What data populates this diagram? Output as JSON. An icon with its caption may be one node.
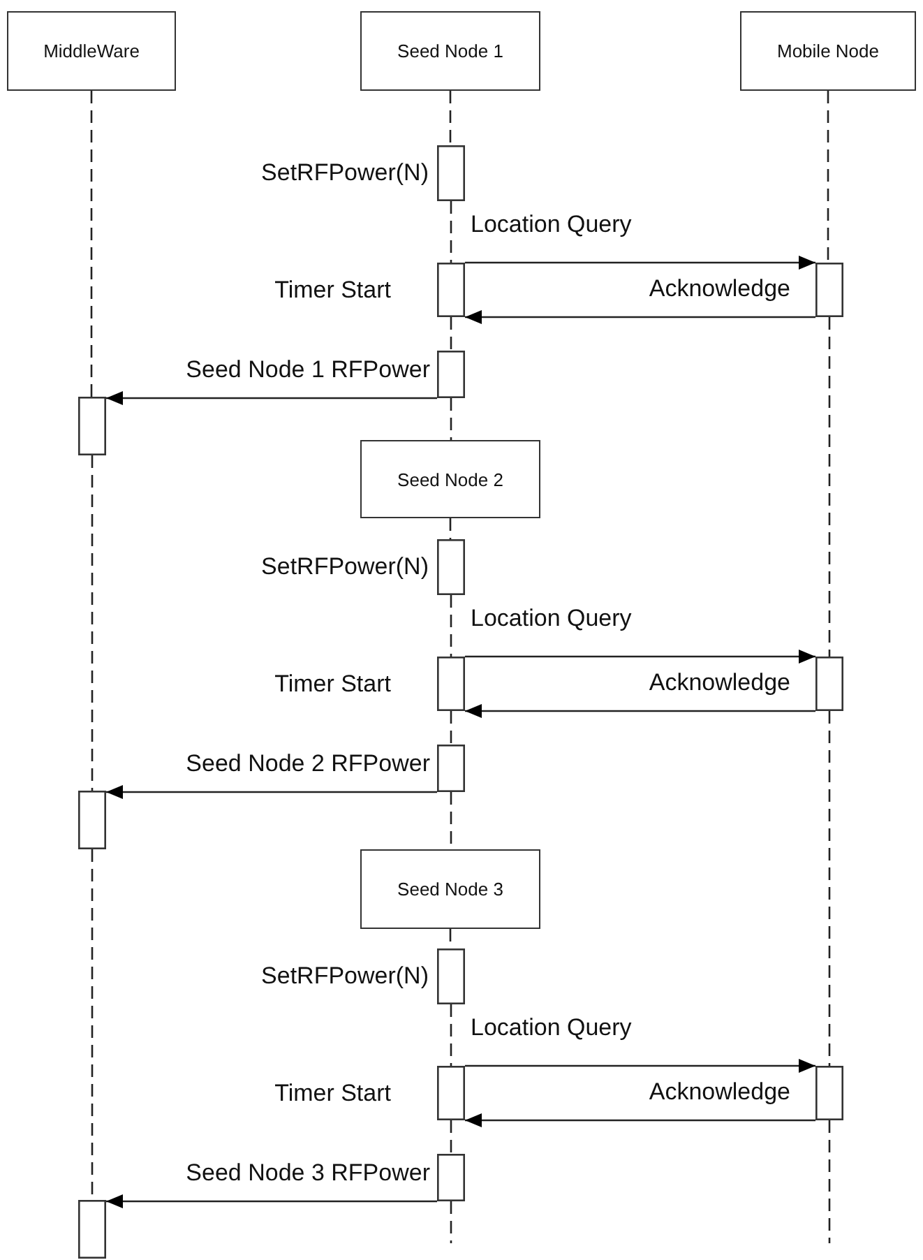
{
  "diagram": {
    "nodes": [
      {
        "text": [
          "MiddleWare"
        ]
      },
      {
        "text": [
          "Seed Node 1"
        ]
      },
      {
        "text": [
          "Mobile Node"
        ]
      },
      {
        "text": [],
        "shape": "bar",
        "beside": [
          "SetRFPower(N)"
        ]
      },
      {
        "text": [],
        "shape": "bar",
        "beside": [
          "Timer Start"
        ]
      },
      {
        "text": [],
        "shape": "bar"
      },
      {
        "text": [],
        "shape": "bar"
      },
      {
        "text": [],
        "shape": "bar"
      },
      {
        "text": [
          "Seed Node 2"
        ]
      },
      {
        "text": [],
        "shape": "bar",
        "beside": [
          "SetRFPower(N)"
        ]
      },
      {
        "text": [],
        "shape": "bar",
        "beside": [
          "Timer Start"
        ]
      },
      {
        "text": [],
        "shape": "bar"
      },
      {
        "text": [],
        "shape": "bar"
      },
      {
        "text": [],
        "shape": "bar"
      },
      {
        "text": [
          "Seed Node 3"
        ]
      },
      {
        "text": [],
        "shape": "bar",
        "beside": [
          "SetRFPower(N)"
        ]
      },
      {
        "text": [],
        "shape": "bar",
        "beside": [
          "Timer Start"
        ]
      },
      {
        "text": [],
        "shape": "bar"
      },
      {
        "text": [],
        "shape": "bar"
      },
      {
        "text": [],
        "shape": "bar"
      }
    ],
    "edges": [
      {
        "from": 4,
        "to": 5,
        "arrow": "to",
        "label": "Location Query"
      },
      {
        "from": 5,
        "to": 4,
        "arrow": "to",
        "label": "Acknowledge"
      },
      {
        "from": 6,
        "to": 7,
        "arrow": "to",
        "label": "Seed Node 1 RFPower"
      },
      {
        "from": 10,
        "to": 11,
        "arrow": "to",
        "label": "Location Query"
      },
      {
        "from": 11,
        "to": 10,
        "arrow": "to",
        "label": "Acknowledge"
      },
      {
        "from": 12,
        "to": 13,
        "arrow": "to",
        "label": "Seed Node 2 RFPower"
      },
      {
        "from": 16,
        "to": 17,
        "arrow": "to",
        "label": "Location Query"
      },
      {
        "from": 17,
        "to": 16,
        "arrow": "to",
        "label": "Acknowledge"
      },
      {
        "from": 18,
        "to": 19,
        "arrow": "to",
        "label": "Seed Node 3 RFPower"
      },
      {
        "from": 0,
        "to": 7,
        "arrow": "none",
        "style": "dashed"
      },
      {
        "from": 7,
        "to": 13,
        "arrow": "none",
        "style": "dashed"
      },
      {
        "from": 13,
        "to": 19,
        "arrow": "none",
        "style": "dashed"
      },
      {
        "from": 1,
        "to": 3,
        "arrow": "none",
        "style": "dashed"
      },
      {
        "from": 3,
        "to": 4,
        "arrow": "none",
        "style": "dashed"
      },
      {
        "from": 4,
        "to": 6,
        "arrow": "none",
        "style": "dashed"
      },
      {
        "from": 6,
        "to": 8,
        "arrow": "none",
        "style": "dashed"
      },
      {
        "from": 8,
        "to": 9,
        "arrow": "none",
        "style": "dashed"
      },
      {
        "from": 9,
        "to": 10,
        "arrow": "none",
        "style": "dashed"
      },
      {
        "from": 10,
        "to": 12,
        "arrow": "none",
        "style": "dashed"
      },
      {
        "from": 12,
        "to": 14,
        "arrow": "none",
        "style": "dashed"
      },
      {
        "from": 14,
        "to": 15,
        "arrow": "none",
        "style": "dashed"
      },
      {
        "from": 15,
        "to": 16,
        "arrow": "none",
        "style": "dashed"
      },
      {
        "from": 16,
        "to": 18,
        "arrow": "none",
        "style": "dashed"
      },
      {
        "from": 18,
        "to": null,
        "arrow": "none",
        "style": "dashed"
      },
      {
        "from": 2,
        "to": 5,
        "arrow": "none",
        "style": "dashed"
      },
      {
        "from": 5,
        "to": 11,
        "arrow": "none",
        "style": "dashed"
      },
      {
        "from": 11,
        "to": 17,
        "arrow": "none",
        "style": "dashed"
      },
      {
        "from": 17,
        "to": null,
        "arrow": "none",
        "style": "dashed"
      }
    ]
  }
}
